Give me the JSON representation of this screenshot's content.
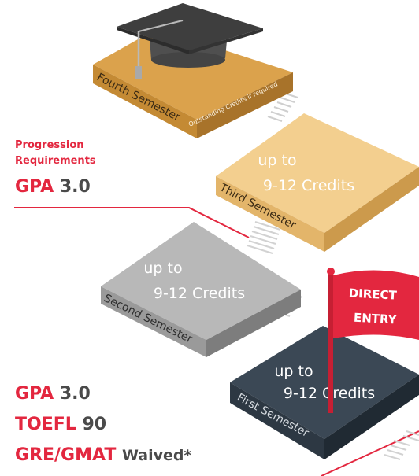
{
  "colors": {
    "accent_red": "#e3273f",
    "fourth_top": "#dba24c",
    "third_top": "#f3cf8f",
    "second_top": "#b8b8b8",
    "first_top": "#3b4855",
    "text_dark": "#4a4a4a"
  },
  "progression": {
    "heading_line1": "Progression",
    "heading_line2": "Requirements",
    "gpa_label": "GPA",
    "gpa_value": "3.0"
  },
  "semesters": {
    "fourth": {
      "name": "Fourth Semester",
      "note": "Outstanding Credits if required"
    },
    "third": {
      "name": "Third Semester",
      "line1": "up to",
      "line2": "9-12 Credits"
    },
    "second": {
      "name": "Second Semester",
      "line1": "up to",
      "line2": "9-12 Credits"
    },
    "first": {
      "name": "First Semester",
      "line1": "up to",
      "line2": "9-12 Credits"
    }
  },
  "flag": {
    "line1": "DIRECT",
    "line2": "ENTRY"
  },
  "icons": {
    "cap": "graduation-cap-icon",
    "flag": "flag-icon"
  },
  "admission": {
    "gpa_label": "GPA",
    "gpa_value": "3.0",
    "toefl_label": "TOEFL",
    "toefl_value": "90",
    "gre_label": "GRE/GMAT",
    "gre_value": "Waived*"
  }
}
